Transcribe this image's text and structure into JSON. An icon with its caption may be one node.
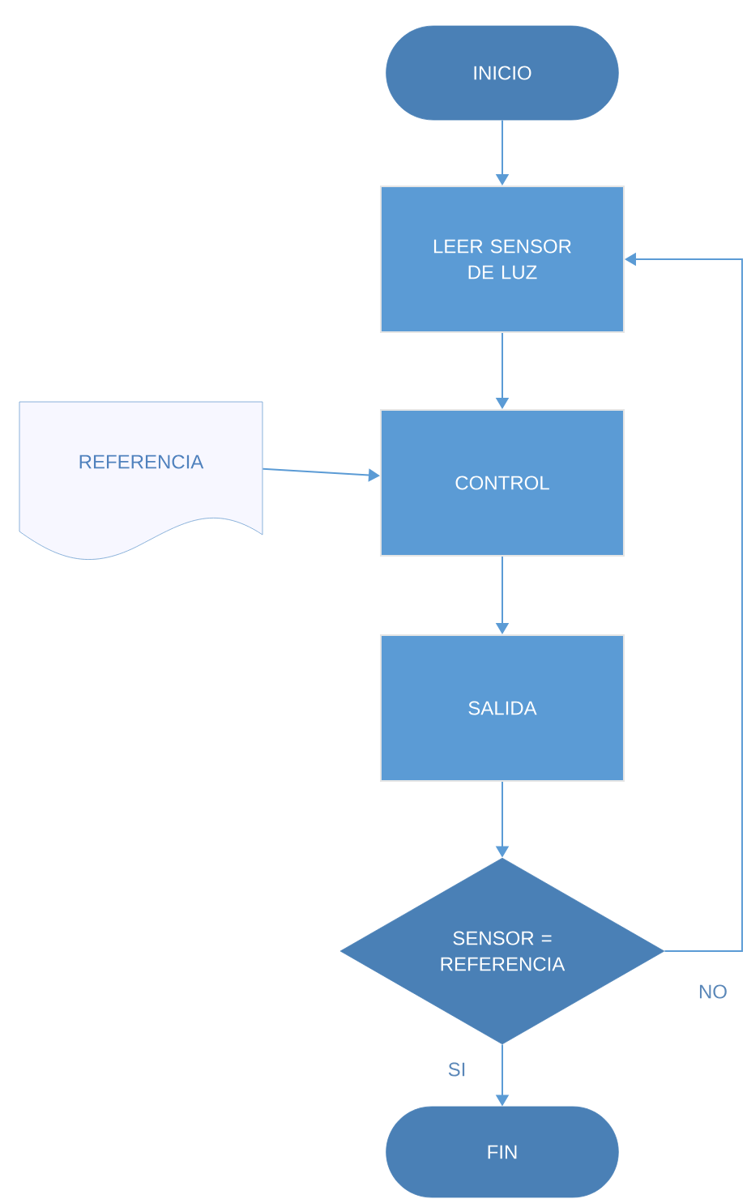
{
  "diagram": {
    "nodes": [
      {
        "text": [
          "INICIO"
        ]
      },
      {
        "text": [
          "LEER SENSOR DE LUZ"
        ]
      },
      {
        "text": [
          "REFERENCIA"
        ]
      },
      {
        "text": [
          "CONTROL"
        ]
      },
      {
        "text": [
          "SALIDA"
        ]
      },
      {
        "text": [
          "SENSOR = REFERENCIA"
        ]
      },
      {
        "text": [
          "FIN"
        ]
      }
    ],
    "edges": [
      {
        "from": 0,
        "to": 1,
        "arrow": "to"
      },
      {
        "from": 1,
        "to": 3,
        "arrow": "to"
      },
      {
        "from": 2,
        "to": 3,
        "arrow": "to"
      },
      {
        "from": 3,
        "to": 4,
        "arrow": "to"
      },
      {
        "from": 4,
        "to": 5,
        "arrow": "to"
      },
      {
        "from": 5,
        "to": 6,
        "arrow": "to",
        "label": "SI"
      },
      {
        "from": 5,
        "to": 1,
        "arrow": "to",
        "label": "NO"
      }
    ]
  }
}
